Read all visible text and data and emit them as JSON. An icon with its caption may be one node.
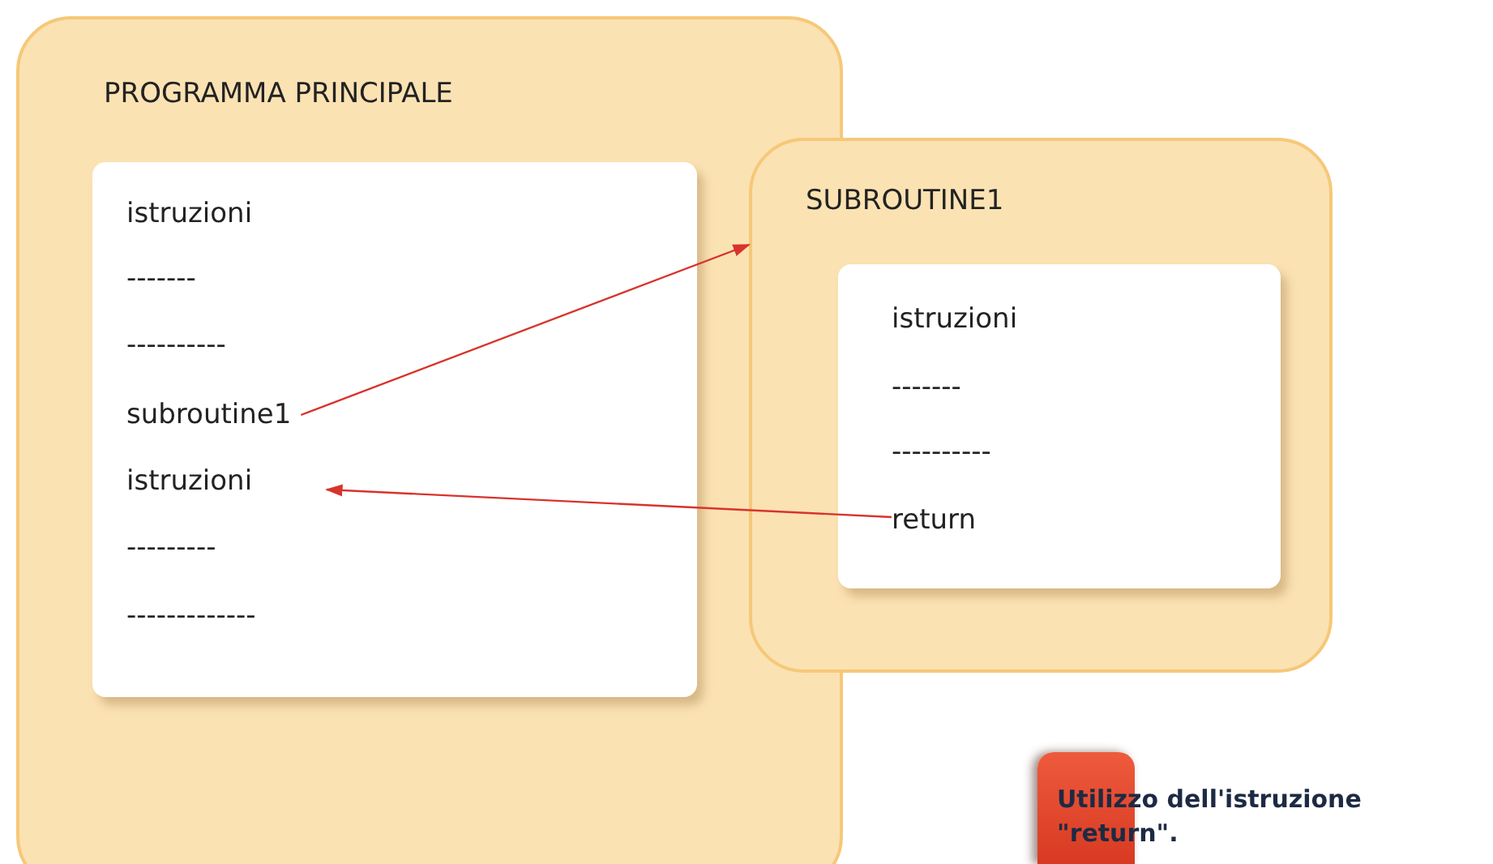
{
  "diagram": {
    "caption": "Utilizzo dell'istruzione \"return\".",
    "nodes": [
      {
        "text": [
          "PROGRAMMA PRINCIPALE"
        ]
      },
      {
        "text": [],
        "shape": "box",
        "in": 0
      },
      {
        "text": [
          "istruzioni"
        ],
        "in": 1
      },
      {
        "text": [
          "-------"
        ],
        "in": 1
      },
      {
        "text": [
          "----------"
        ],
        "in": 1
      },
      {
        "text": [
          "subroutine1"
        ],
        "in": 1
      },
      {
        "text": [
          "istruzioni"
        ],
        "in": 1
      },
      {
        "text": [
          "---------"
        ],
        "in": 1
      },
      {
        "text": [
          "-------------"
        ],
        "in": 1
      },
      {
        "text": [
          "SUBROUTINE1"
        ]
      },
      {
        "text": [],
        "shape": "box",
        "in": 9
      },
      {
        "text": [
          "istruzioni"
        ],
        "in": 10
      },
      {
        "text": [
          "-------"
        ],
        "in": 10
      },
      {
        "text": [
          "----------"
        ],
        "in": 10
      },
      {
        "text": [
          "return"
        ],
        "in": 10
      }
    ],
    "edges": [
      {
        "from": 5,
        "to": 9,
        "arrow": "to"
      },
      {
        "from": 14,
        "to": 6,
        "arrow": "to"
      }
    ]
  }
}
